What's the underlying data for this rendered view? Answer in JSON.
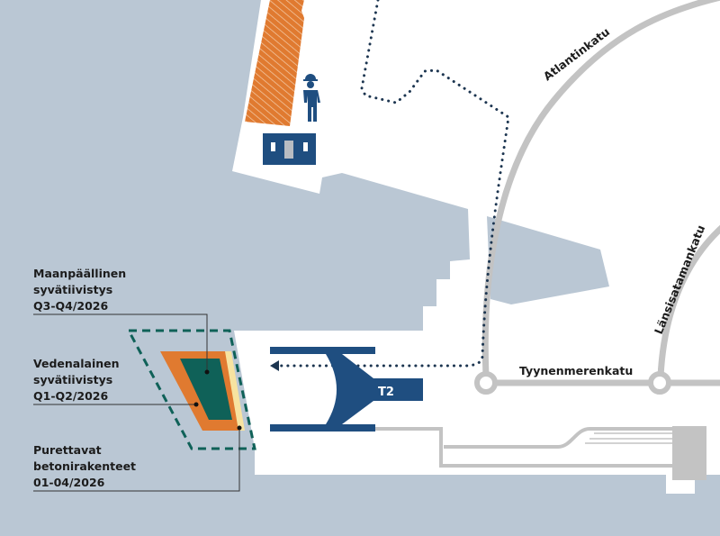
{
  "colors": {
    "water": "#bac7d4",
    "land": "#ffffff",
    "road": "#c3c3c3",
    "navy": "#1f4e80",
    "orange": "#e07a30",
    "green": "#0f6158",
    "yellow": "#f7e3a0",
    "route": "#1c3550"
  },
  "streets": {
    "atlantinkatu": "Atlantinkatu",
    "lansisatamankatu": "Länsisatamankatu",
    "tyynenmerenkatu": "Tyynenmerenkatu"
  },
  "terminal": {
    "label": "T2"
  },
  "legend": [
    {
      "lines": [
        "Maanpäällinen",
        "syvätiivistys",
        "Q3-Q4/2026"
      ]
    },
    {
      "lines": [
        "Vedenalainen",
        "syvätiivistys",
        "Q1-Q2/2026"
      ]
    },
    {
      "lines": [
        "Purettavat",
        "betonirakenteet",
        "01-04/2026"
      ]
    }
  ],
  "icons": [
    "worker-icon",
    "site-office-icon",
    "ferry-terminal-icon"
  ]
}
